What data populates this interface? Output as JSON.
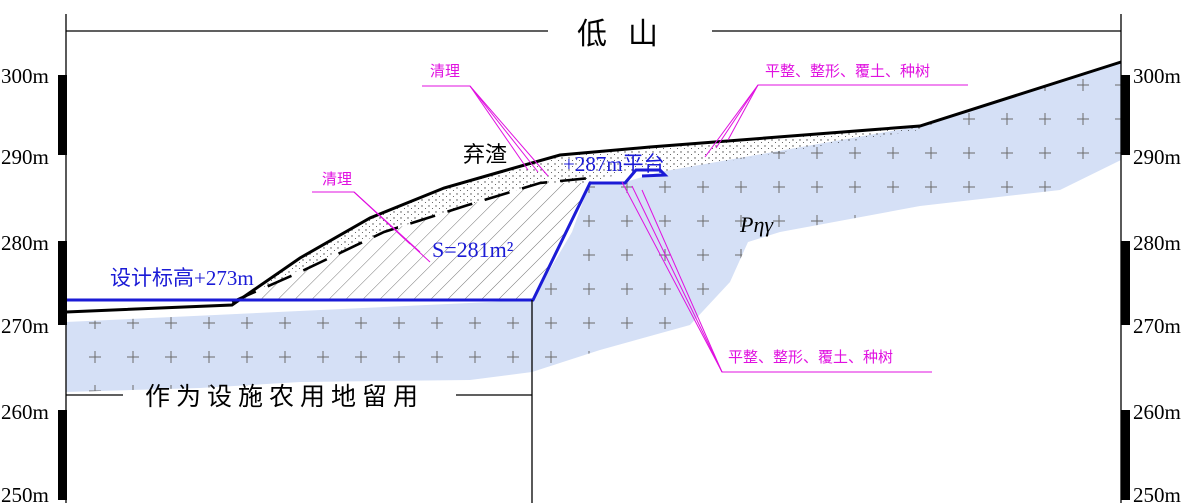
{
  "title": "低  山",
  "bottom_note": "作为设施农用地留用",
  "left_elevations": [
    "300m",
    "290m",
    "280m",
    "270m",
    "260m",
    "250m"
  ],
  "right_elevations": [
    "300m",
    "290m",
    "280m",
    "270m",
    "260m",
    "250m"
  ],
  "design_label": "设计标高+273m",
  "waste_label": "弃渣",
  "platform_label": "+287m平台",
  "area_label": "S=281m²",
  "rock_label": "Pηγ",
  "clean_label_top": "清理",
  "clean_label_left": "清理",
  "works_label_top": "平整、整形、覆土、种树",
  "works_label_bottom": "平整、整形、覆土、种树",
  "colors": {
    "blue_line": "#1b1bd6",
    "magenta": "#e010e0",
    "bedrock_fill": "#d5e0f6",
    "ground_line": "#000000"
  }
}
